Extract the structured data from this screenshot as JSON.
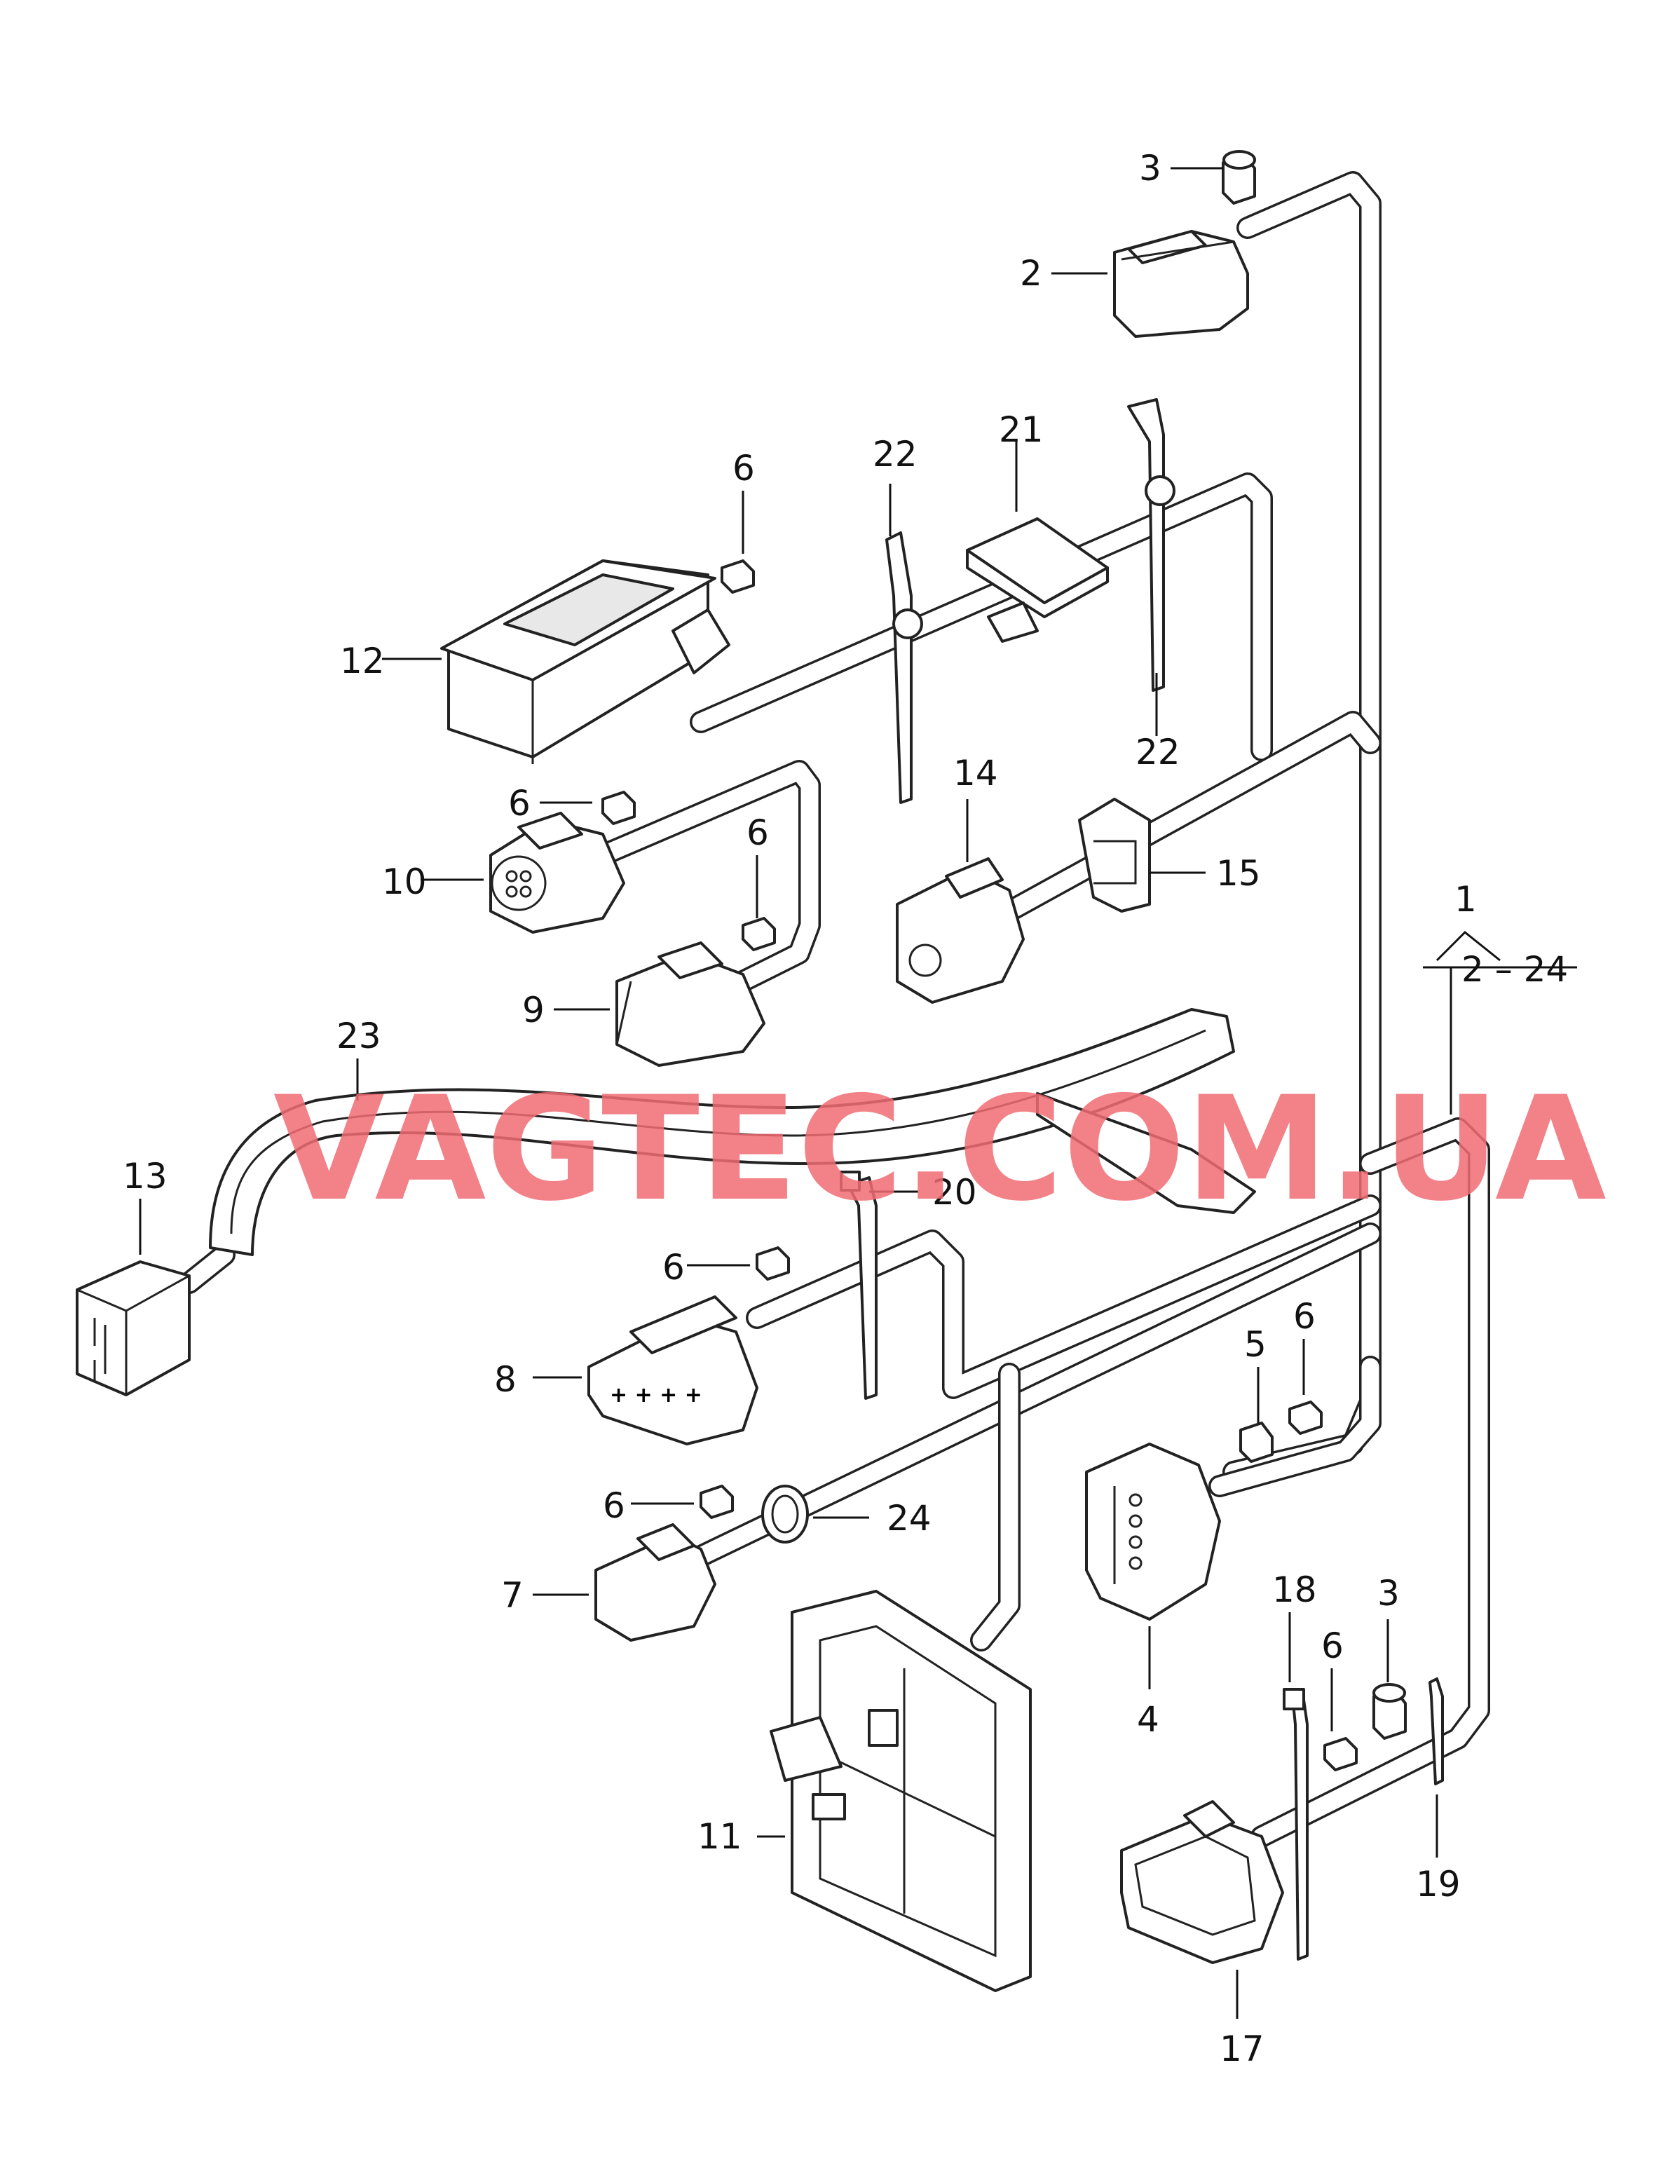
{
  "watermark": "VAGTEC.COM.UA",
  "callouts": {
    "c1": "1",
    "c1_range": "2 – 24",
    "c2": "2",
    "c3a": "3",
    "c3b": "3",
    "c4": "4",
    "c5": "5",
    "c6a": "6",
    "c6b": "6",
    "c6c": "6",
    "c6d": "6",
    "c6e": "6",
    "c6f": "6",
    "c6g": "6",
    "c7": "7",
    "c8": "8",
    "c9": "9",
    "c10": "10",
    "c11": "11",
    "c12": "12",
    "c13": "13",
    "c14": "14",
    "c15": "15",
    "c17": "17",
    "c18": "18",
    "c19": "19",
    "c20": "20",
    "c21": "21",
    "c22a": "22",
    "c22b": "22",
    "c23": "23",
    "c24": "24"
  },
  "colors": {
    "line": "#222222",
    "watermark": "#f06b73"
  }
}
